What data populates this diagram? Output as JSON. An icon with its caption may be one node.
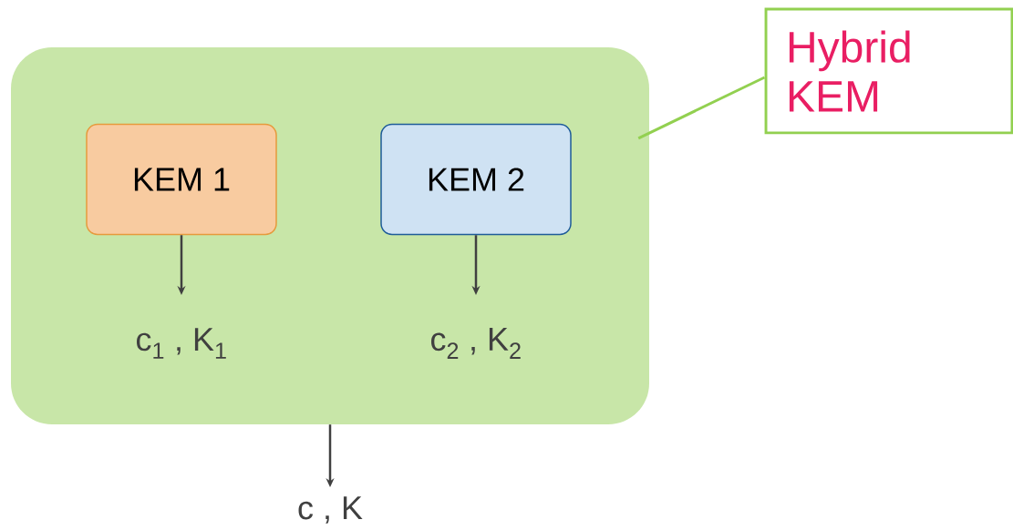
{
  "diagram": {
    "nodes": [
      {
        "text": [],
        "shape": "box"
      },
      {
        "text": [
          "KEM 1"
        ],
        "in": 0
      },
      {
        "text": [
          "KEM 2"
        ],
        "in": 0
      },
      {
        "text": [
          "c$_{1}$ , K$_{1}$"
        ],
        "in": 0
      },
      {
        "text": [
          "c$_{2}$ , K$_{2}$"
        ],
        "in": 0
      },
      {
        "text": [
          "c , K"
        ]
      },
      {
        "text": [
          "Hybrid KEM"
        ]
      }
    ],
    "edges": [
      {
        "from": 1,
        "to": 3,
        "arrow": "to"
      },
      {
        "from": 2,
        "to": 4,
        "arrow": "to"
      },
      {
        "from": 0,
        "to": 5,
        "arrow": "to"
      },
      {
        "from": 6,
        "to": 0,
        "arrow": "none",
        "color": "#92d050"
      }
    ]
  }
}
